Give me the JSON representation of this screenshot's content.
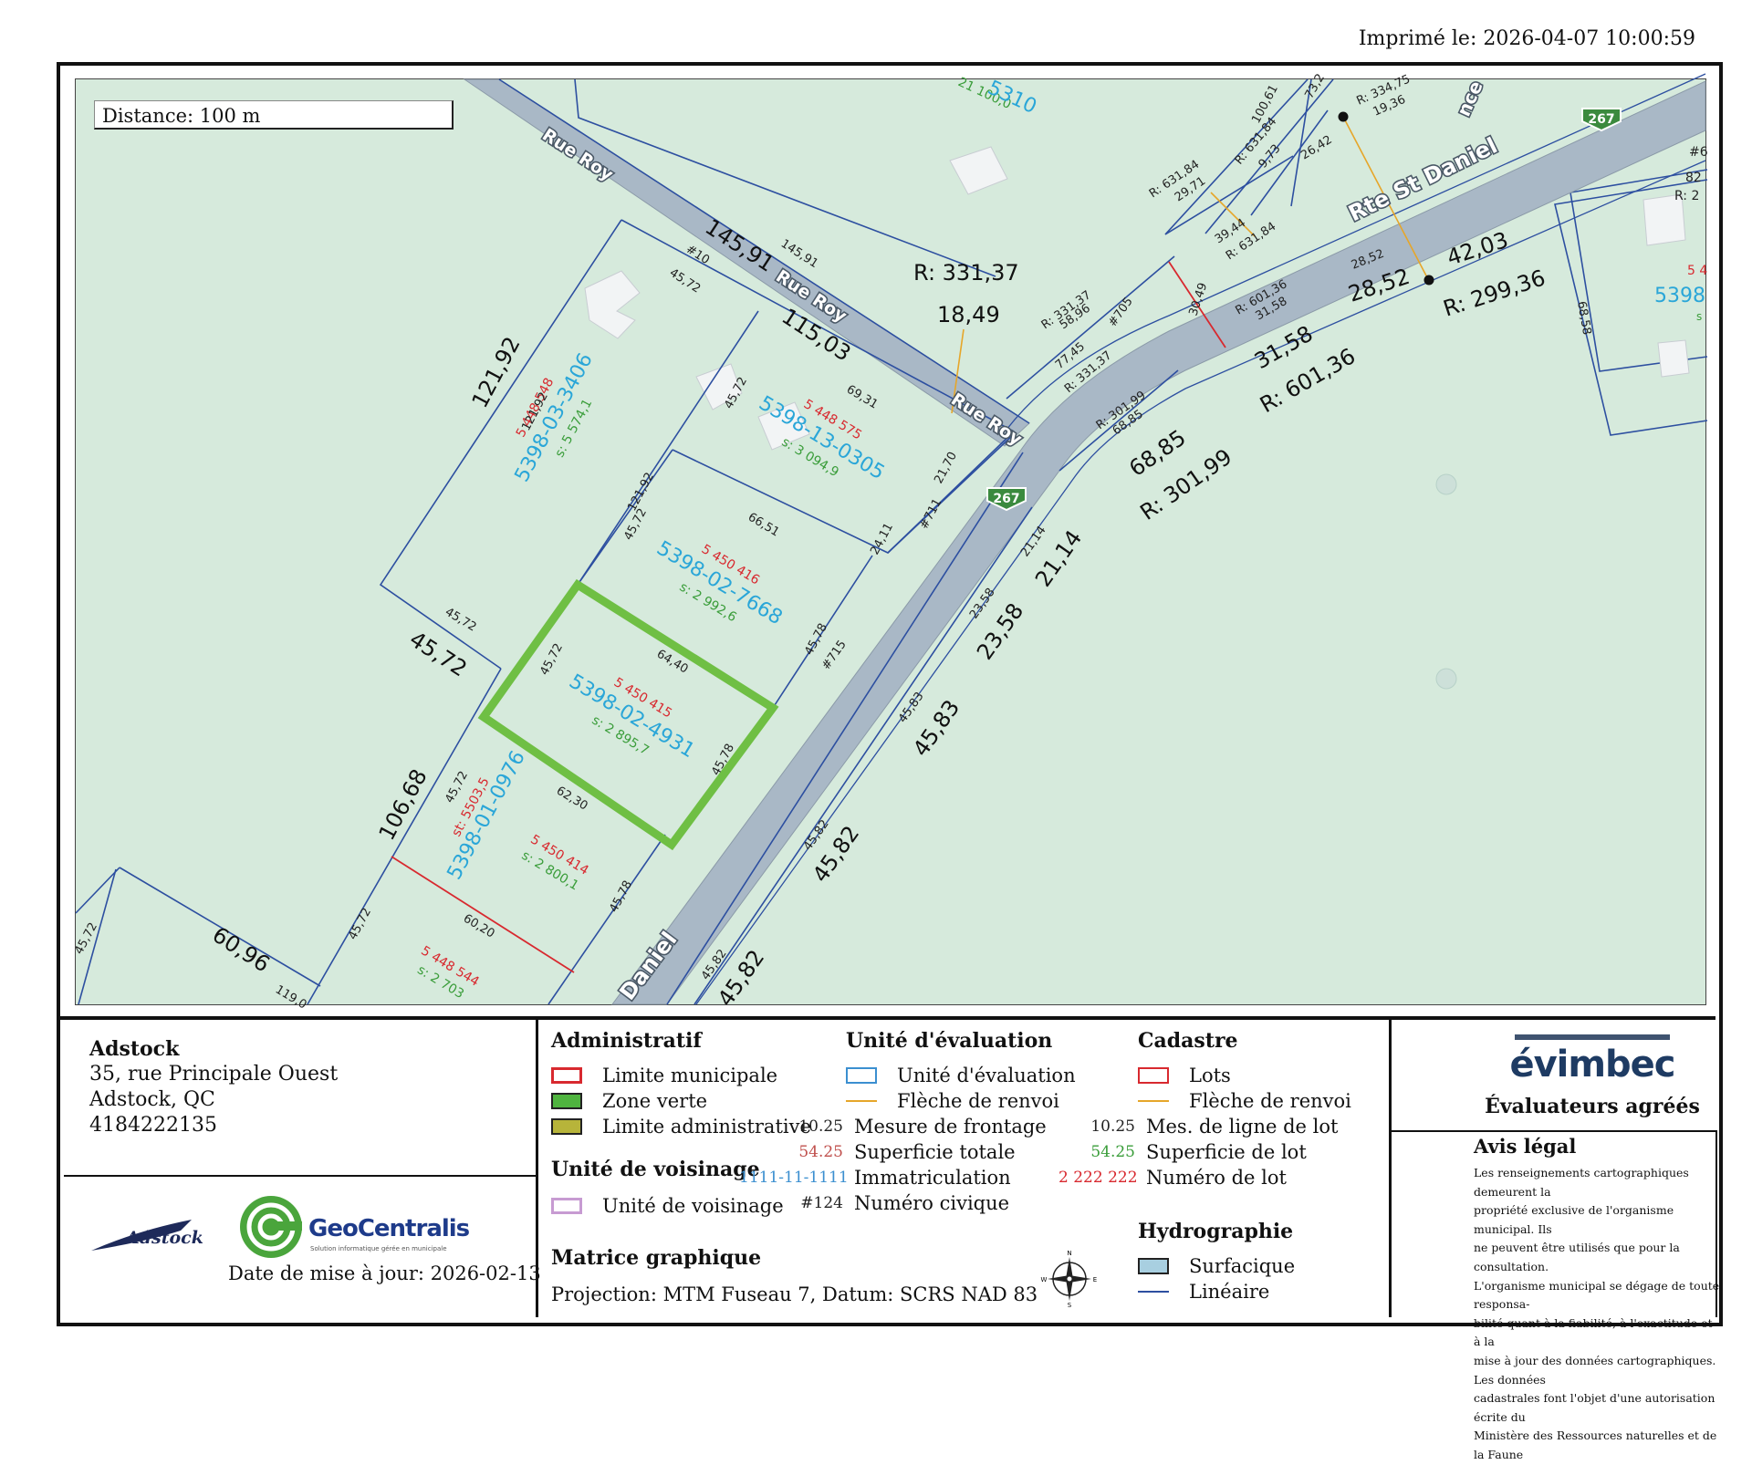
{
  "header": {
    "printed": "Imprimé le: 2026-04-07 10:00:59"
  },
  "map": {
    "scale_label": "Distance: 100 m",
    "streets": {
      "rue_roy": "Rue Roy",
      "route": "Rte St Daniel",
      "route_bottom": "Daniel",
      "route_cut": "nce",
      "shield": "267"
    },
    "lots": [
      {
        "id": "lot-5398-03-3406",
        "matricule": "5398-03-3406",
        "lot": "5 448 548",
        "area": "s: 5 574,1"
      },
      {
        "id": "lot-5398-13-0305",
        "matricule": "5398-13-0305",
        "lot": "5 448 575",
        "area": "s: 3 094,9"
      },
      {
        "id": "lot-5398-02-7668",
        "matricule": "5398-02-7668",
        "lot": "5 450 416",
        "area": "s: 2 992,6"
      },
      {
        "id": "lot-5398-02-4931",
        "matricule": "5398-02-4931",
        "lot": "5 450 415",
        "area": "s: 2 895,7"
      },
      {
        "id": "lot-5398-01-0976",
        "matricule": "5398-01-0976",
        "lot": "5 450 414",
        "area": "s: 2 800,1",
        "total": "st: 5503,5"
      },
      {
        "id": "lot-5448544",
        "lot": "5 448 544",
        "area": "s: 2 703"
      }
    ],
    "partial_labels": {
      "top_green": "21 100,0",
      "top_blue": "5310",
      "right_blue": "5398",
      "right_red": "5 4",
      "right_small1": "82",
      "right_small2": "R: 2",
      "right_hash": "#6",
      "right_s": "s"
    },
    "civic": [
      "#10",
      "#711",
      "#715",
      "#705"
    ],
    "measures": {
      "m145_91": "145,91",
      "m145_91s": "145,91",
      "m115_03": "115,03",
      "r331_37": "R: 331,37",
      "m18_49": "18,49",
      "m121_92": "121,92",
      "m121_92s": "121,92",
      "m121_92b": "121,92",
      "m45_72a": "45,72",
      "m45_72b": "45,72",
      "m45_72c": "45,72",
      "m45_72d": "45,72",
      "m45_72big": "45,72",
      "m45_72e": "45,72",
      "m45_72f": "45,72",
      "m45_72g": "45,72",
      "m45_72h": "45,72",
      "m69_31": "69,31",
      "m66_51": "66,51",
      "m64_40": "64,40",
      "m62_30": "62,30",
      "m60_20": "60,20",
      "m21_70": "21,70",
      "m24_11": "24,11",
      "m45_78a": "45,78",
      "m45_78b": "45,78",
      "m45_78c": "45,78",
      "m106_68": "106,68",
      "m60_96": "60,96",
      "m119": "119,0",
      "m23_58s": "23,58",
      "m23_58": "23,58",
      "m21_14s": "21,14",
      "m21_14": "21,14",
      "m45_83s": "45,83",
      "m45_83": "45,83",
      "m45_82s": "45,82",
      "m45_82": "45,82",
      "m45_82b": "45,82",
      "m45_82c": "45,82",
      "r301_99s": "R: 301,99",
      "m68_85s": "68,85",
      "m68_85": "68,85",
      "r301_99": "R: 301,99",
      "r331_37s": "R: 331,37",
      "m58_96": "58,96",
      "m77_45": "77,45",
      "r331_37b": "R: 331,37",
      "m30_49": "30,49",
      "r601_36s": "R: 601,36",
      "m31_58s": "31,58",
      "m31_58": "31,58",
      "r601_36": "R: 601,36",
      "m28_52s": "28,52",
      "m28_52": "28,52",
      "m42_03": "42,03",
      "r299_36": "R: 299,36",
      "r334_75": "R: 334,75",
      "m19_36": "19,36",
      "m73": "73,2",
      "m100_61": "100,61",
      "r631_84a": "R: 631,84",
      "m29_71": "29,71",
      "r631_84b": "R: 631,84",
      "m9_73": "9,73",
      "m26_42": "26,42",
      "m39_44": "39,44",
      "r631_84c": "R: 631,84",
      "m68_58": "68,58"
    }
  },
  "footer": {
    "org": {
      "name": "Adstock",
      "line1": "35, rue Principale Ouest",
      "line2": "Adstock, QC",
      "phone": "4184222135"
    },
    "adstock_logo": "Adstock",
    "geocentralis": {
      "name": "GeoCentralis",
      "tagline": "Solution informatique gérée en municipale"
    },
    "update": "Date de mise à jour: 2026-02-13",
    "administratif": {
      "title": "Administratif",
      "items": [
        "Limite municipale",
        "Zone verte",
        "Limite administrative"
      ]
    },
    "voisinage": {
      "title": "Unité de voisinage",
      "item": "Unité de voisinage"
    },
    "matrice": {
      "title": "Matrice graphique",
      "projection": "Projection: MTM Fuseau 7, Datum: SCRS NAD 83"
    },
    "evaluation": {
      "title": "Unité d'évaluation",
      "items": [
        {
          "sample": "",
          "label": "Unité d'évaluation"
        },
        {
          "sample": "",
          "label": "Flèche de renvoi"
        },
        {
          "sample": "10.25",
          "label": "Mesure de frontage"
        },
        {
          "sample": "54.25",
          "label": "Superficie totale"
        },
        {
          "sample": "1111-11-1111",
          "label": "Immatriculation"
        },
        {
          "sample": "#124",
          "label": "Numéro civique"
        }
      ]
    },
    "cadastre": {
      "title": "Cadastre",
      "items": [
        {
          "sample": "",
          "label": "Lots"
        },
        {
          "sample": "",
          "label": "Flèche de renvoi"
        },
        {
          "sample": "10.25",
          "label": "Mes. de ligne de lot"
        },
        {
          "sample": "54.25",
          "label": "Superficie de lot"
        },
        {
          "sample": "2 222 222",
          "label": "Numéro de lot"
        }
      ]
    },
    "hydro": {
      "title": "Hydrographie",
      "items": [
        "Surfacique",
        "Linéaire"
      ]
    },
    "compass": {
      "n": "N",
      "s": "S",
      "e": "E",
      "w": "W"
    },
    "brand": {
      "logo": "évimbec",
      "tagline": "Évaluateurs agréés"
    },
    "avis": {
      "title": "Avis légal",
      "lines": [
        "Les renseignements cartographiques demeurent la",
        "propriété exclusive de l'organisme municipal. Ils",
        "ne peuvent être utilisés que pour la consultation.",
        "L'organisme municipal se dégage de toute responsa-",
        "bilité quant à la fiabilité, à l'exactitude et à la",
        "mise à jour des données cartographiques. Les données",
        "cadastrales font l'objet d'une autorisation écrite du",
        "Ministère des Ressources naturelles et de la Faune"
      ]
    }
  },
  "colors": {
    "zone_verte": "#d6eadc",
    "road": "#a9b8c6",
    "lot_line": "#2d4fa0",
    "selected": "#6fbf44",
    "matricule": "#2aa6d8",
    "lot_number": "#d8292f",
    "area": "#3a9d3a",
    "cadastre_red": "#d8292f",
    "arrow": "#e6a62a"
  }
}
